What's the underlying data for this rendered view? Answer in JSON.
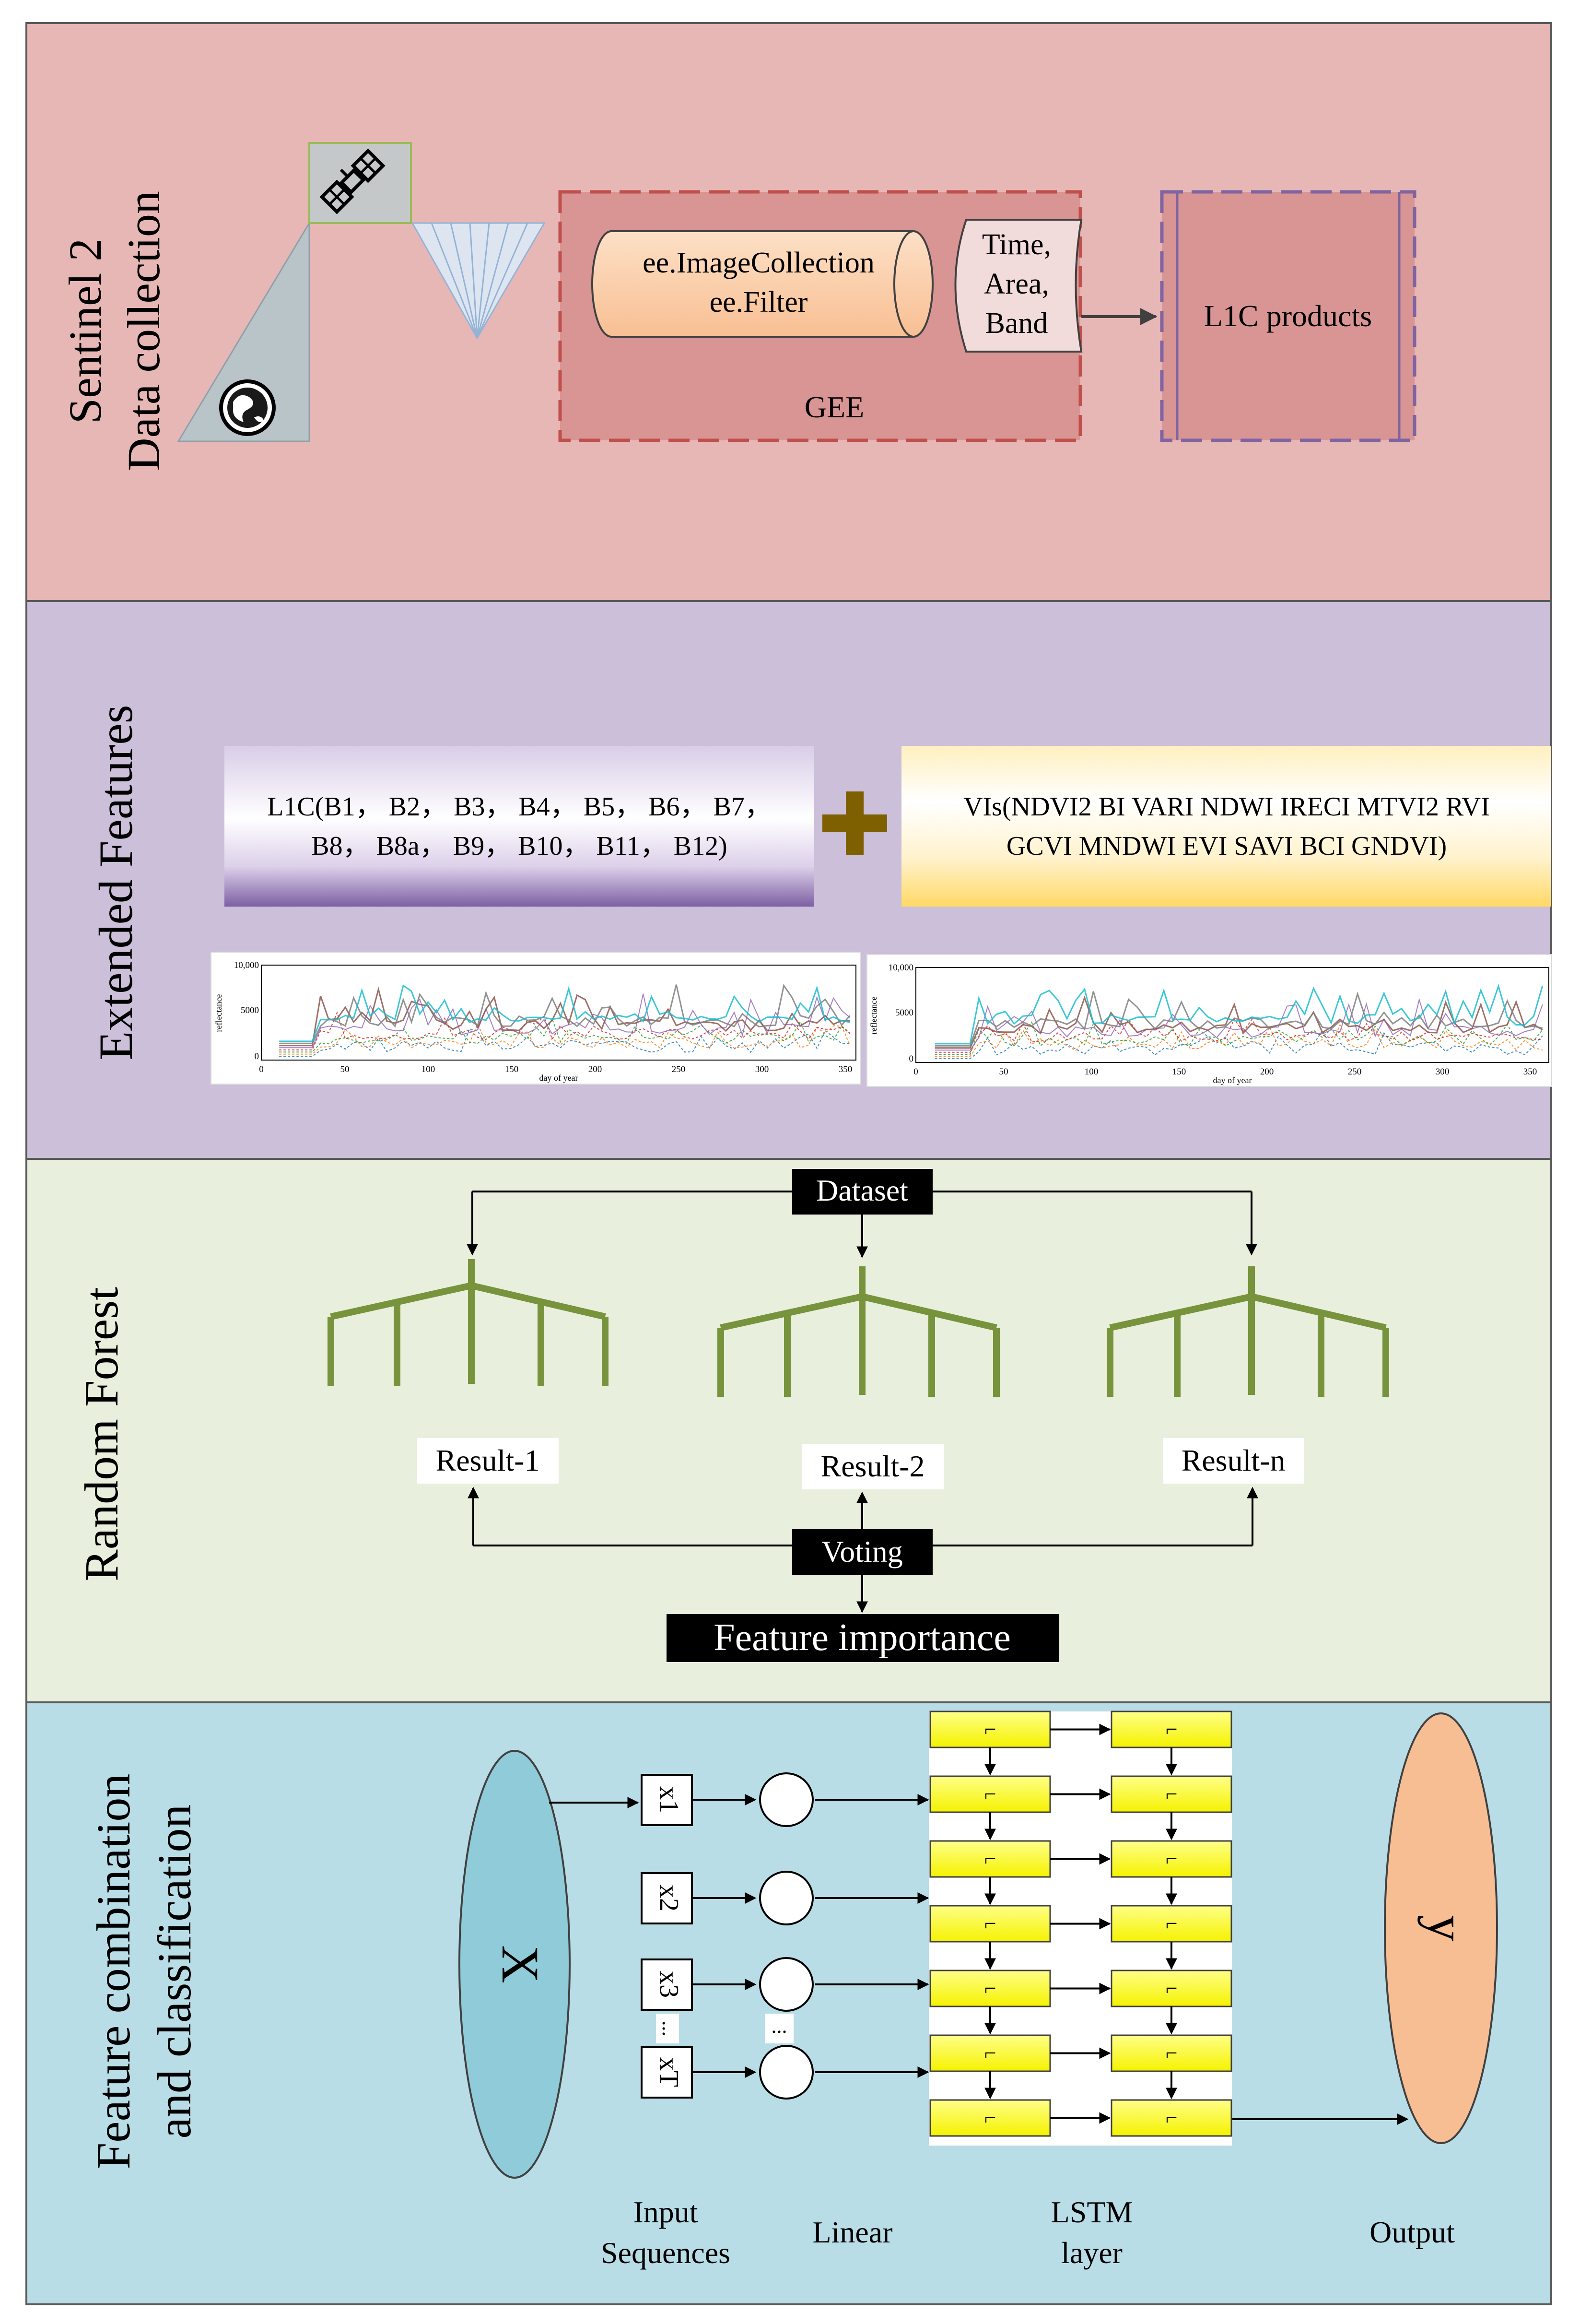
{
  "panels": {
    "sentinel": {
      "title_line1": "Sentinel 2",
      "title_line2": "Data collection",
      "gee_line1": "ee.ImageCollection",
      "gee_line2": "ee.Filter",
      "params_line1": "Time,",
      "params_line2": "Area,",
      "params_line3": "Band",
      "gee_label": "GEE",
      "l1c_products": "L1C products",
      "colors": {
        "bg": "#e7b7b5",
        "gee_box": "#d99593",
        "cylinder": "#f9c8a0"
      }
    },
    "extended": {
      "title": "Extended Features",
      "l1c_line1": "L1C(B1， B2， B3， B4， B5， B6， B7，",
      "l1c_line2": "B8， B8a， B9， B10， B11， B12)",
      "vis_line1": "VIs(NDVI2 BI VARI NDWI IRECI MTVI2 RVI",
      "vis_line2": "GCVI MNDWI  EVI SAVI BCI GNDVI)",
      "plots": [
        {
          "ylabel": "reflectance",
          "xlabel": "day of year",
          "yticks": [
            "10,000",
            "5000",
            "0"
          ],
          "xticks": [
            "0",
            "50",
            "100",
            "150",
            "200",
            "250",
            "300",
            "350"
          ]
        },
        {
          "ylabel": "reflectance",
          "xlabel": "day of year",
          "yticks": [
            "10,000",
            "5000",
            "0"
          ],
          "xticks": [
            "0",
            "50",
            "100",
            "150",
            "200",
            "250",
            "300",
            "350"
          ]
        }
      ],
      "colors": {
        "bg": "#cbbfd9",
        "plus": "#7f6000",
        "l1c_dark": "#7d60a3",
        "vis_yellow": "#ffe08a"
      }
    },
    "forest": {
      "title": "Random Forest",
      "dataset": "Dataset",
      "results": [
        "Result-1",
        "Result-2",
        "Result-n"
      ],
      "voting": "Voting",
      "feature_importance": "Feature importance",
      "colors": {
        "bg": "#e9efdd",
        "tree": "#77933c"
      }
    },
    "lstm": {
      "title_line1": "Feature combination",
      "title_line2": "and classification",
      "input_X": "X",
      "inputs": [
        "x1",
        "x2",
        "x3",
        "xT"
      ],
      "ellipsis": "...",
      "output_y": "y",
      "cell_label": "⌐",
      "labels": {
        "input_seq_line1": "Input",
        "input_seq_line2": "Sequences",
        "linear": "Linear",
        "lstm_line1": "LSTM",
        "lstm_line2": "layer",
        "output": "Output"
      },
      "colors": {
        "bg": "#b9dde7",
        "x_ellipse": "#8fcbd8",
        "y_ellipse": "#f6be92",
        "cell": "#ffff44"
      }
    }
  }
}
